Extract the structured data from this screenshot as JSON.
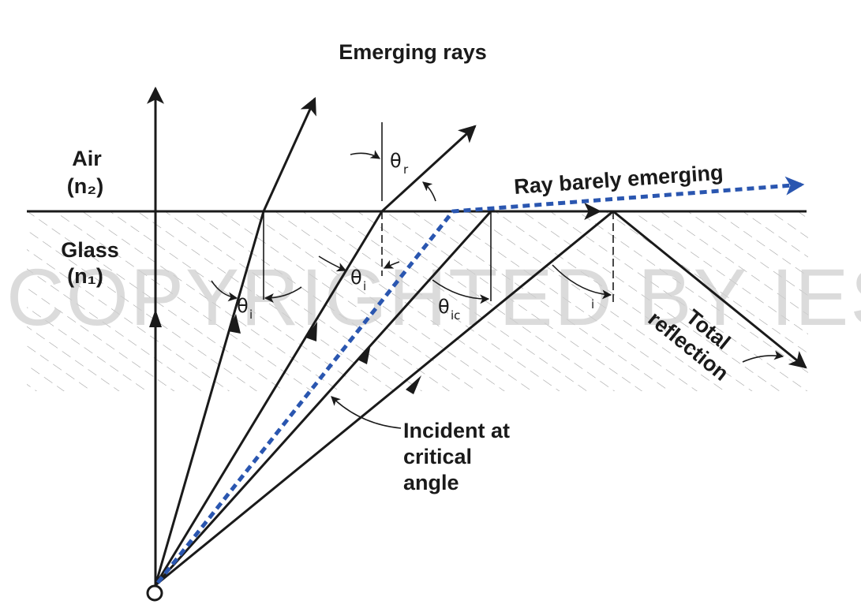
{
  "labels": {
    "emerging_rays": "Emerging rays",
    "air": "Air",
    "air_index": "(n₂)",
    "glass": "Glass",
    "glass_index": "(n₁)",
    "ray_barely_emerging": "Ray barely emerging",
    "incident_line1": "Incident at",
    "incident_line2": "critical",
    "incident_line3": "angle",
    "total_line1": "Total",
    "total_line2": "reflection",
    "theta": "θ",
    "sub_i": "i",
    "sub_r": "r",
    "sub_ic": "ic",
    "angle_i": "i"
  },
  "watermark": "COPYRIGHTED BY IES",
  "colors": {
    "ink": "#1a1a1a",
    "dotted_ray": "#2a56b0",
    "hatch": "#9a9a9a",
    "watermark": "#cfcfcf"
  }
}
